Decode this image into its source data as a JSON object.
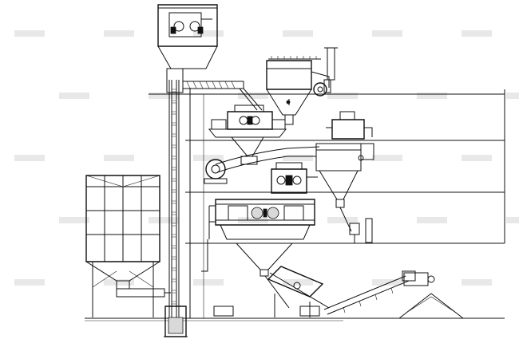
{
  "diagram": {
    "colors": {
      "line": "#111111",
      "background": "#ffffff",
      "watermark": "#d6d6d6"
    },
    "components": [
      "bucket-elevator",
      "top-storage-bin",
      "dust-collector-bag-filter",
      "exhaust-fan",
      "screw-conveyor",
      "vibrating-screen-upper",
      "cyclone-separator",
      "blower-fan",
      "feeder-machine",
      "ball-mill",
      "raw-material-silo",
      "belt-conveyor",
      "vibrating-screen-lower",
      "product-pile",
      "platform-floors"
    ]
  }
}
